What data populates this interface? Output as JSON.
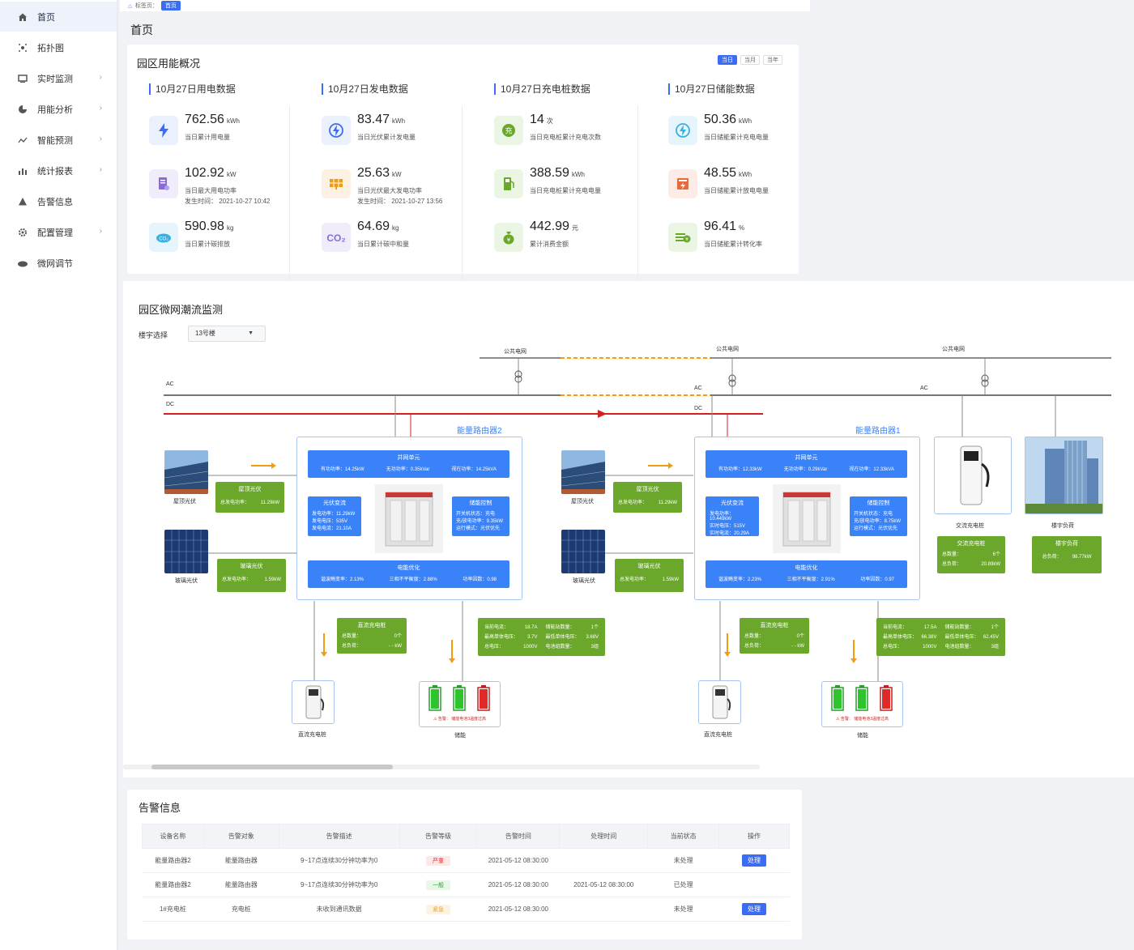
{
  "sidebar": {
    "items": [
      {
        "label": "首页"
      },
      {
        "label": "拓扑图"
      },
      {
        "label": "实时监测"
      },
      {
        "label": "用能分析"
      },
      {
        "label": "智能预测"
      },
      {
        "label": "统计报表"
      },
      {
        "label": "告警信息"
      },
      {
        "label": "配置管理"
      },
      {
        "label": "微网调节"
      }
    ]
  },
  "breadcrumb": {
    "prefix": "标签页：",
    "tag": "首页"
  },
  "page_title": "首页",
  "overview": {
    "title": "园区用能概况",
    "tabs": [
      "当日",
      "当月",
      "当年"
    ],
    "columns": [
      {
        "head": "10月27日用电数据",
        "stats": [
          {
            "value": "762.56",
            "unit": "kWh",
            "label": "当日累计用电量"
          },
          {
            "value": "102.92",
            "unit": "kW",
            "label": "当日最大用电功率",
            "sub": "发生时间：  2021-10-27  10:42"
          },
          {
            "value": "590.98",
            "unit": "kg",
            "label": "当日累计碳排放"
          }
        ]
      },
      {
        "head": "10月27日发电数据",
        "stats": [
          {
            "value": "83.47",
            "unit": "kWh",
            "label": "当日光伏累计发电量"
          },
          {
            "value": "25.63",
            "unit": "kW",
            "label": "当日光伏最大发电功率",
            "sub": "发生时间：  2021-10-27  13:56"
          },
          {
            "value": "64.69",
            "unit": "kg",
            "label": "当日累计碳中和量"
          }
        ]
      },
      {
        "head": "10月27日充电桩数据",
        "stats": [
          {
            "value": "14",
            "unit": "次",
            "label": "当日充电桩累计充电次数"
          },
          {
            "value": "388.59",
            "unit": "kWh",
            "label": "当日充电桩累计充电电量"
          },
          {
            "value": "442.99",
            "unit": "元",
            "label": "累计消费金额"
          }
        ]
      },
      {
        "head": "10月27日储能数据",
        "stats": [
          {
            "value": "50.36",
            "unit": "kWh",
            "label": "当日储能累计充电电量"
          },
          {
            "value": "48.55",
            "unit": "kWh",
            "label": "当日储能累计放电电量"
          },
          {
            "value": "96.41",
            "unit": "%",
            "label": "当日储能累计转化率"
          }
        ]
      }
    ]
  },
  "flow": {
    "title": "园区微网潮流监测",
    "building_label": "楼宇选择",
    "building_value": "13号楼",
    "grid_labels": [
      "公共电网",
      "公共电网",
      "公共电网"
    ],
    "bus_labels": {
      "ac": "AC",
      "dc": "DC"
    },
    "routers": [
      {
        "name": "能量路由器2",
        "grid_unit": {
          "title": "并网单元",
          "p": "有功功率：14.25kW",
          "q": "无功功率：0.35kVar",
          "s": "视在功率：14.25kVA"
        },
        "pv": {
          "title": "光伏变流",
          "l1": "发电功率：11.29kW",
          "l2": "发电电压：535V",
          "l3": "发电电流：21.10A"
        },
        "storage_ctrl": {
          "title": "储能控制",
          "l1": "开关机状态：充电",
          "l2": "充/放电功率：9.35kW",
          "l3": "运行模式：光伏优先"
        },
        "quality": {
          "title": "电能优化",
          "a": "谐波畸变率：2.13%",
          "b": "三相不平衡度：2.88%",
          "c": "功率因数：0.98"
        },
        "roof_pv": {
          "img_label": "屋顶光伏",
          "title": "屋顶光伏",
          "k": "总发电功率：",
          "v": "11.29kW"
        },
        "glass_pv": {
          "img_label": "玻璃光伏",
          "title": "玻璃光伏",
          "k": "总发电功率：",
          "v": "1.59kW"
        },
        "dc_charger": {
          "title": "直流充电桩",
          "k1": "总数量：",
          "v1": "0个",
          "k2": "总负荷：",
          "v2": "- - kW",
          "img_label": "直流充电桩"
        },
        "storage": {
          "k1": "当前电流：",
          "v1": "18.7A",
          "k2": "储能站数量：",
          "v2": "1个",
          "k3": "最高单体电压：",
          "v3": "3.7V",
          "k4": "最低单体电压：",
          "v4": "3.68V",
          "k5": "总电压：",
          "v5": "1000V",
          "k6": "电池组数量：",
          "v6": "3组",
          "alarm": "告警：  储能电池3温度过高",
          "img_label": "储能"
        }
      },
      {
        "name": "能量路由器1",
        "grid_unit": {
          "title": "并网单元",
          "p": "有功功率：12.33kW",
          "q": "无功功率：0.29kVar",
          "s": "视在功率：12.33kVA"
        },
        "pv": {
          "title": "光伏变流",
          "l1": "发电功率：10.449kW",
          "l2": "实时电压：515V",
          "l3": "实时电流：20.29A"
        },
        "storage_ctrl": {
          "title": "储能控制",
          "l1": "开关机状态：充电",
          "l2": "充/放电功率：8.75kW",
          "l3": "运行模式：光伏优先"
        },
        "quality": {
          "title": "电能优化",
          "a": "谐波畸变率：2.23%",
          "b": "三相不平衡度：2.91%",
          "c": "功率因数：0.97"
        },
        "roof_pv": {
          "img_label": "屋顶光伏",
          "title": "屋顶光伏",
          "k": "总发电功率：",
          "v": "11.29kW"
        },
        "glass_pv": {
          "img_label": "玻璃光伏",
          "title": "玻璃光伏",
          "k": "总发电功率：",
          "v": "1.59kW"
        },
        "dc_charger": {
          "title": "直流充电桩",
          "k1": "总数量：",
          "v1": "0个",
          "k2": "总负荷：",
          "v2": "- - kW",
          "img_label": "直流充电桩"
        },
        "storage": {
          "k1": "当前电流：",
          "v1": "17.5A",
          "k2": "储能站数量：",
          "v2": "1个",
          "k3": "最高单体电压：",
          "v3": "66.38V",
          "k4": "最低单体电压：",
          "v4": "62.45V",
          "k5": "总电压：",
          "v5": "1000V",
          "k6": "电池组数量：",
          "v6": "3组",
          "alarm": "告警：  储能电池3温度过高",
          "img_label": "储能"
        }
      }
    ],
    "ac_charger": {
      "img_label": "交流充电桩",
      "title": "交流充电桩",
      "k1": "总数量：",
      "v1": "6个",
      "k2": "总负荷：",
      "v2": "20.89kW"
    },
    "building_load": {
      "img_label": "楼宇负荷",
      "title": "楼宇负荷",
      "k": "总负荷：",
      "v": "98.77kW"
    }
  },
  "alarms": {
    "title": "告警信息",
    "headers": [
      "设备名称",
      "告警对象",
      "告警描述",
      "告警等级",
      "告警时间",
      "处理时间",
      "当前状态",
      "操作"
    ],
    "rows": [
      {
        "device": "能量路由器2",
        "object": "能量路由器",
        "desc": "9~17点连续30分钟功率为0",
        "level": "严重",
        "time": "2021-05-12 08:30:00",
        "handled": "",
        "status": "未处理",
        "action": "处理"
      },
      {
        "device": "能量路由器2",
        "object": "能量路由器",
        "desc": "9~17点连续30分钟功率为0",
        "level": "一般",
        "time": "2021-05-12 08:30:00",
        "handled": "2021-05-12 08:30:00",
        "status": "已处理",
        "action": ""
      },
      {
        "device": "1#充电桩",
        "object": "充电桩",
        "desc": "未收到通讯数据",
        "level": "紧急",
        "time": "2021-05-12 08:30:00",
        "handled": "",
        "status": "未处理",
        "action": "处理"
      }
    ]
  },
  "colors": {
    "accent": "#3a6cf4",
    "green": "#6aa72a",
    "red": "#d62020",
    "orange": "#f39c12"
  }
}
